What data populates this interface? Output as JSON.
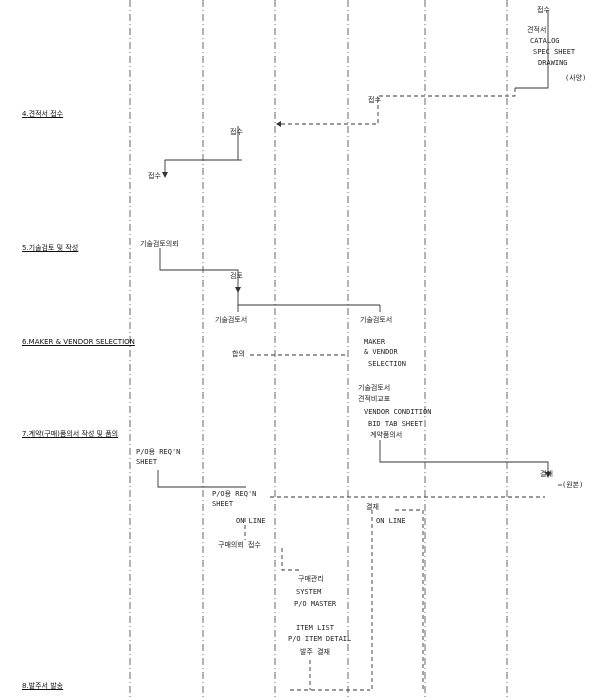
{
  "steps": [
    {
      "label": "4.견적서 접수"
    },
    {
      "label": "5.기술검토 및 작성"
    },
    {
      "label": "6.MAKER & VENDOR SELECTION"
    },
    {
      "label": "7.계약(구매)품의서 작성 및 품의"
    },
    {
      "label": "8.발주서 발송"
    }
  ],
  "notes": {
    "top_receipt": "접수",
    "quote_doc": "견적서",
    "catalog": "CATALOG",
    "spec_sheet": "SPEC SHEET",
    "drawing": "DRAWING",
    "etc": "(사양)",
    "receipt_row4": "접수",
    "receipt_mid": "접수",
    "receipt_left": "접수",
    "tech_review_req": "기술검토의뢰",
    "review": "검토",
    "tech_review_doc_a": "기술검토서",
    "tech_review_doc_b": "기술검토서",
    "maker_line1": "MAKER",
    "maker_line2": "& VENDOR",
    "maker_line3": "SELECTION",
    "approve": "합의",
    "tech_review_c": "기술검토서",
    "quote_eval": "견적비교표",
    "vendor_cond": "VENDOR CONDITION",
    "bid_tab": "BID TAB SHEET",
    "contract_req": "계약품의서",
    "po_req_left_1": "P/O용 REQ'N",
    "po_req_left_2": "SHEET",
    "po_req_mid_1": "P/O용 REQ'N",
    "po_req_mid_2": "SHEET",
    "online_a": "ON LINE",
    "online_b": "ON LINE",
    "approval": "결재",
    "approval_b": "결재",
    "copy": "(원본)",
    "purchase_info": "구매의뢰 접수",
    "system_1": "구매관리",
    "system_2": "SYSTEM",
    "system_3": "P/O MASTER",
    "item_list": "ITEM LIST",
    "item_detail": "P/O ITEM DETAIL",
    "contract_issue": "발주 결재"
  }
}
